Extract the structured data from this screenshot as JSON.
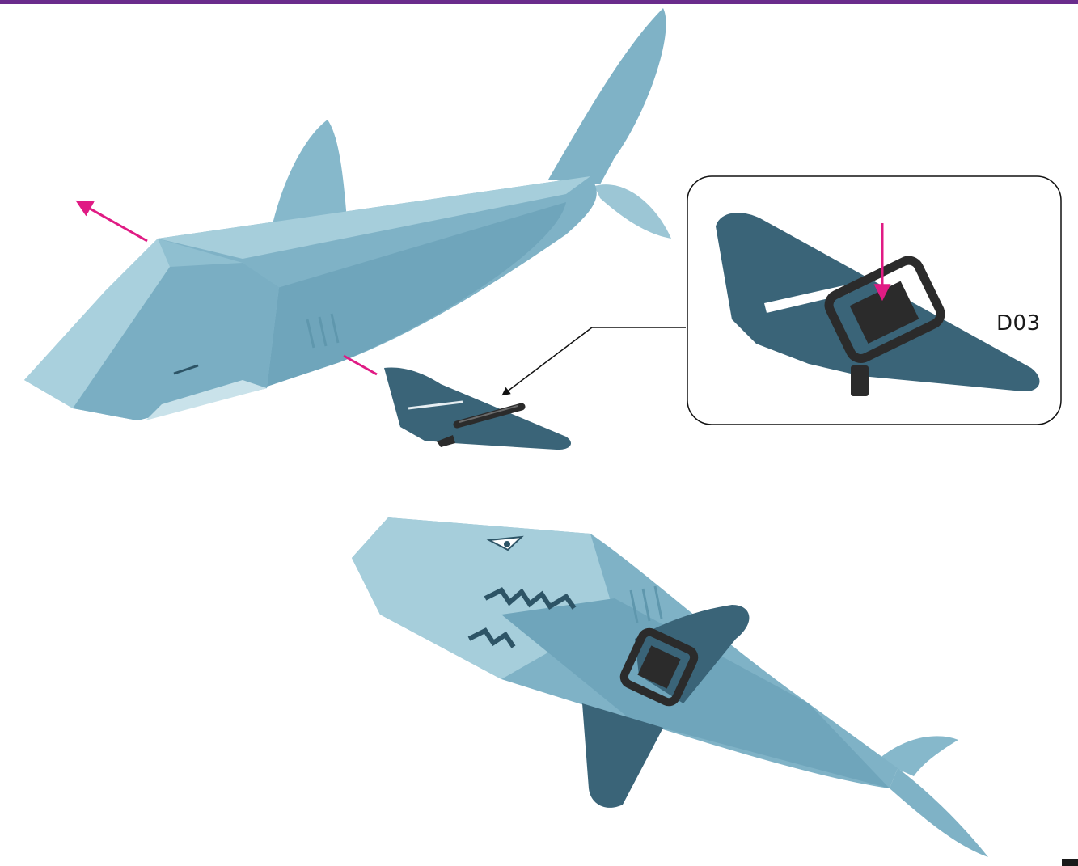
{
  "callout": {
    "part_label": "D03"
  },
  "colors": {
    "accent_bar": "#6a2c8c",
    "arrow": "#e01b84",
    "shark_body": "#7fb2c6",
    "shark_light": "#a6cedb",
    "shark_shadow": "#5f97ad",
    "fin_part": "#3a6478",
    "clip": "#2b2b2b"
  },
  "figures": [
    "shark-side-view",
    "pectoral-fin-part",
    "zoom-callout",
    "shark-underside-view"
  ]
}
